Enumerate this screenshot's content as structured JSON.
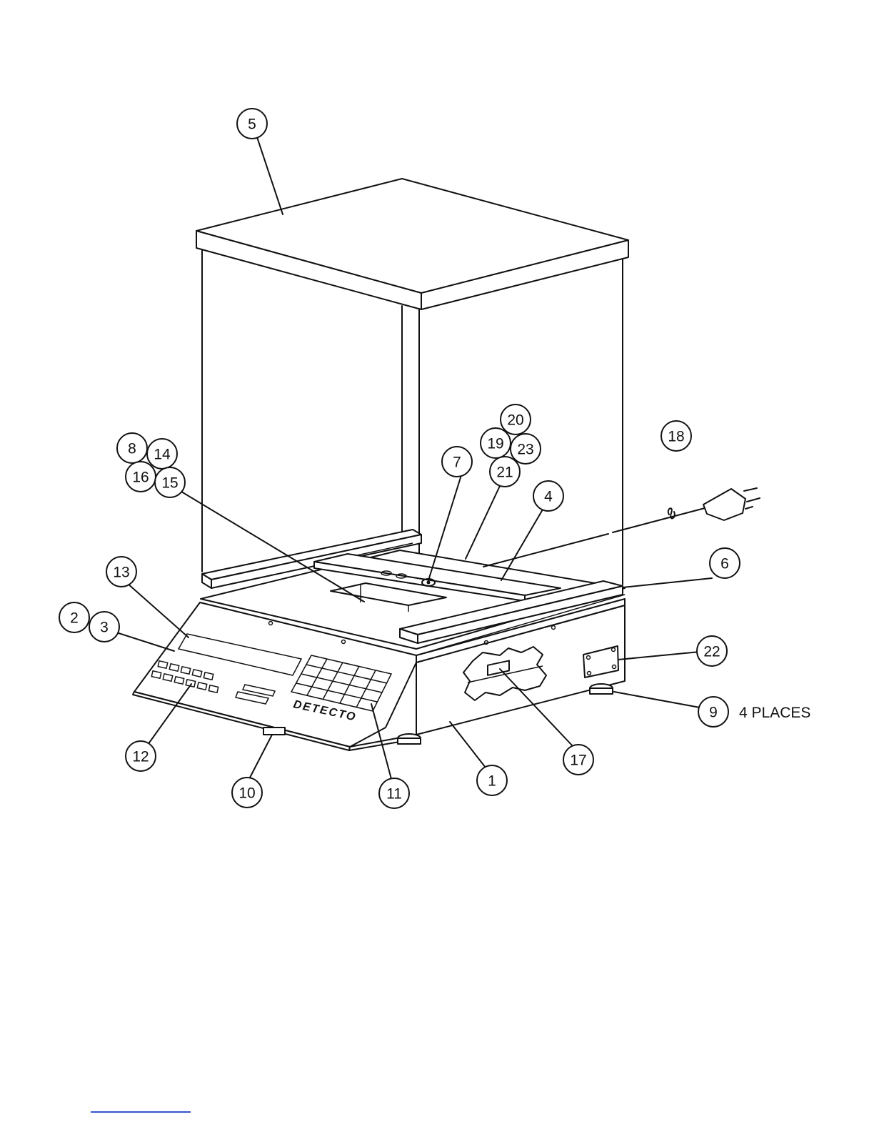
{
  "diagram": {
    "brand": "DETECTO",
    "callouts": [
      {
        "id": "c5",
        "label": "5"
      },
      {
        "id": "c8",
        "label": "8"
      },
      {
        "id": "c14",
        "label": "14"
      },
      {
        "id": "c16",
        "label": "16"
      },
      {
        "id": "c15",
        "label": "15"
      },
      {
        "id": "c20",
        "label": "20"
      },
      {
        "id": "c19",
        "label": "19"
      },
      {
        "id": "c23",
        "label": "23"
      },
      {
        "id": "c21",
        "label": "21"
      },
      {
        "id": "c7",
        "label": "7"
      },
      {
        "id": "c18",
        "label": "18"
      },
      {
        "id": "c4",
        "label": "4"
      },
      {
        "id": "c13",
        "label": "13"
      },
      {
        "id": "c6",
        "label": "6"
      },
      {
        "id": "c2",
        "label": "2"
      },
      {
        "id": "c3",
        "label": "3"
      },
      {
        "id": "c22",
        "label": "22"
      },
      {
        "id": "c9",
        "label": "9"
      },
      {
        "id": "c12",
        "label": "12"
      },
      {
        "id": "c17",
        "label": "17"
      },
      {
        "id": "c1",
        "label": "1"
      },
      {
        "id": "c10",
        "label": "10"
      },
      {
        "id": "c11",
        "label": "11"
      }
    ],
    "places_note": "4 PLACES"
  }
}
